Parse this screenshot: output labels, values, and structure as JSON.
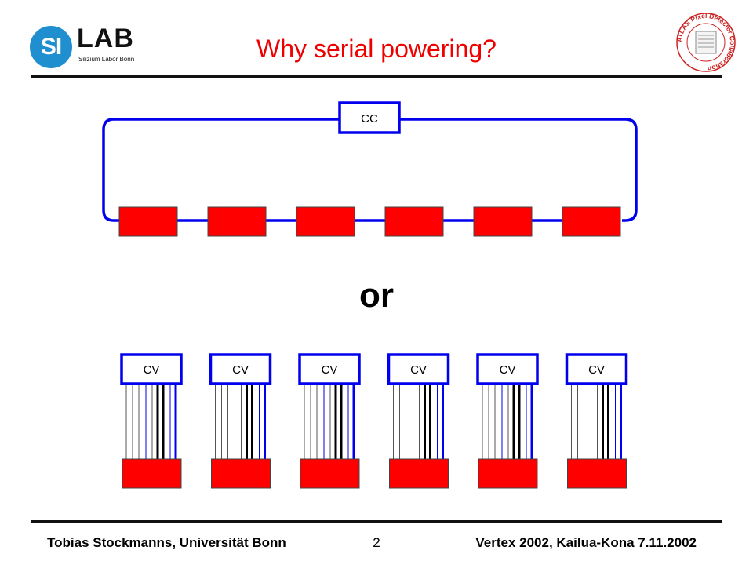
{
  "logo": {
    "mark": "SI",
    "name": "LAB",
    "subtitle": "Silizium Labor Bonn"
  },
  "slide": {
    "title": "Why serial powering?",
    "separator": "or"
  },
  "seal": {
    "text": "ATLAS Pixel Detector Collaboration"
  },
  "diagram": {
    "serial_supply_label": "CC",
    "parallel_supply_label": "CV",
    "serial_module_count": 6,
    "parallel_module_count": 6,
    "colors": {
      "wire": "#0000ee",
      "module": "#ff0000",
      "module_border": "#444444",
      "ground_wire": "#000000"
    }
  },
  "footer": {
    "author": "Tobias Stockmanns, Universität Bonn",
    "page": "2",
    "event": "Vertex 2002, Kailua-Kona 7.11.2002"
  }
}
